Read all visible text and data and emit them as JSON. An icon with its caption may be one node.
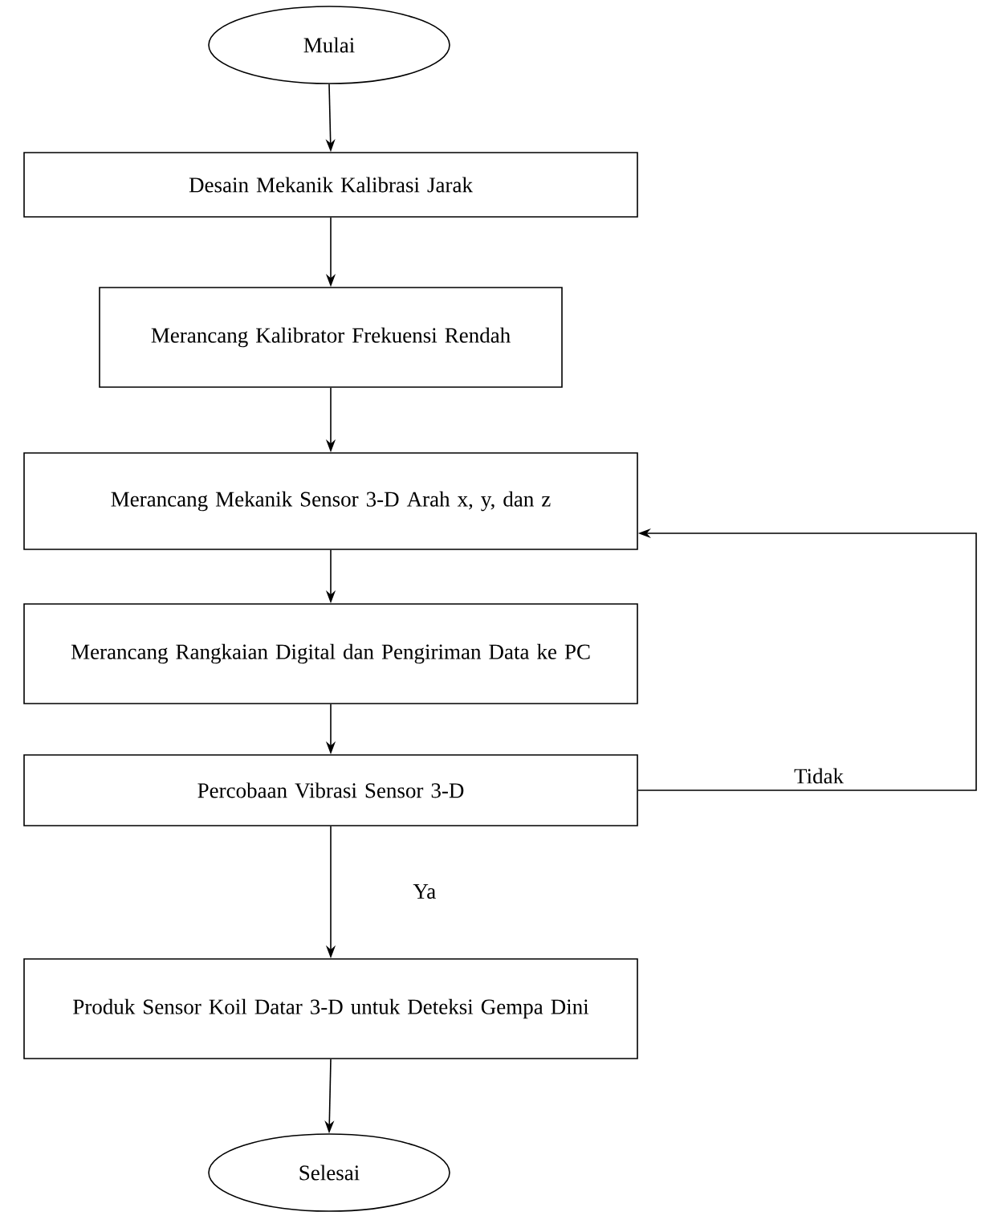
{
  "diagram": {
    "nodes": [
      {
        "text": [
          "Mulai"
        ]
      },
      {
        "text": [
          "Desain Mekanik Kalibrasi  Jarak"
        ]
      },
      {
        "text": [
          "Merancang Kalibrator Frekuensi Rendah"
        ]
      },
      {
        "text": [
          "Merancang Mekanik Sensor 3-D Arah x, y, dan z"
        ]
      },
      {
        "text": [
          "Merancang  Rangkaian Digital dan Pengiriman Data ke PC"
        ]
      },
      {
        "text": [
          "Percobaan Vibrasi Sensor 3-D"
        ]
      },
      {
        "text": [
          "Produk Sensor Koil Datar 3-D untuk Deteksi Gempa Dini"
        ]
      },
      {
        "text": [
          "Selesai"
        ]
      }
    ],
    "edges": [
      {
        "from": 0,
        "to": 1,
        "arrow": "to"
      },
      {
        "from": 1,
        "to": 2,
        "arrow": "to"
      },
      {
        "from": 2,
        "to": 3,
        "arrow": "to"
      },
      {
        "from": 3,
        "to": 4,
        "arrow": "to"
      },
      {
        "from": 4,
        "to": 5,
        "arrow": "to"
      },
      {
        "from": 5,
        "to": 6,
        "arrow": "to",
        "label": "Ya"
      },
      {
        "from": 6,
        "to": 7,
        "arrow": "to"
      },
      {
        "from": 5,
        "to": 3,
        "arrow": "to",
        "label": "Tidak"
      }
    ]
  }
}
